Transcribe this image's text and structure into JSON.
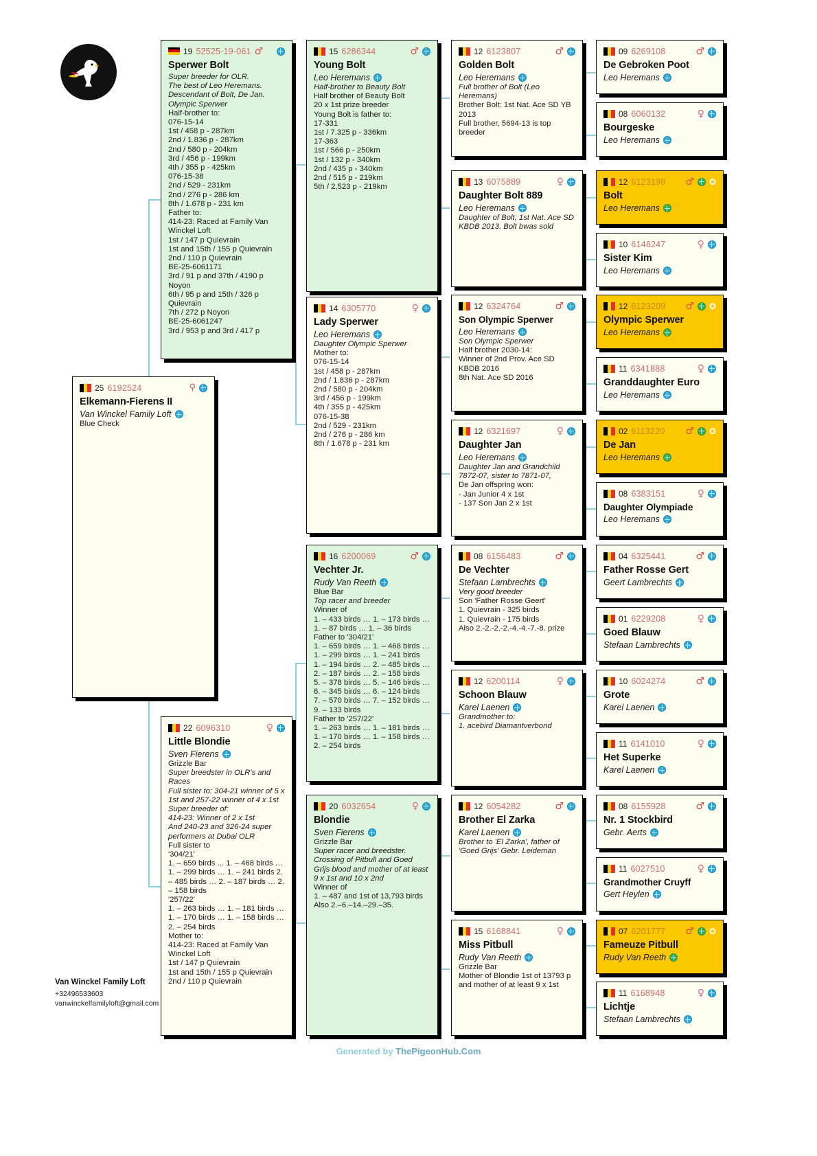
{
  "footer": {
    "generated_prefix": "Generated by ",
    "generated_site": "ThePigeonHub.Com"
  },
  "owner": {
    "name": "Van Winckel Family Loft",
    "phone": "+32496533603",
    "email": "vanwinckelfamilyloft@gmail.com"
  },
  "subject": {
    "flag": "be-flag",
    "year": "25",
    "ring": "6192524",
    "sex": "unknown",
    "name": "Elkemann-Fierens II",
    "breeder": "Van Winckel Family Loft",
    "note": "",
    "plain": "Blue Check"
  },
  "sire": {
    "flag": "de-flag",
    "year": "19",
    "ring": "52525-19-061",
    "sex": "male",
    "name": "Sperwer Bolt",
    "breeder": "",
    "note": "Super breeder for OLR.\nThe best of Leo Heremans.\nDescendant of Bolt, De Jan.\nOlympic Sperwer",
    "plain": "Half-brother to:\n076-15-14\n1st / 458 p - 287km\n2nd / 1.836 p - 287km\n2nd / 580 p - 204km\n3rd / 456 p - 199km\n4th / 355 p - 425km\n076-15-38\n2nd / 529 - 231km\n2nd / 276 p - 286 km\n8th / 1.678 p - 231 km\nFather to:\n414-23: Raced at Family Van Winckel Loft\n1st / 147 p Quievrain\n1st and 15th / 155 p Quievrain\n2nd / 110 p Quievrain\nBE-25-6061171\n3rd / 91 p and 37th / 4190 p Noyon\n6th  / 95 p and 15th / 326 p Quievrain\n7th / 272 p Noyon\nBE-25-6061247\n3rd / 953 p and 3rd / 417 p"
  },
  "dam": {
    "flag": "be-flag",
    "year": "22",
    "ring": "6096310",
    "sex": "female",
    "name": "Little Blondie",
    "breeder": "Sven Fierens",
    "plain1": "Grizzle Bar",
    "note": "Super breedster in OLR's and Races\nFull sister to: 304-21 winner of 5 x 1st and 257-22  winner of 4 x 1st\nSuper breeder of:\n414-23: Winner of 2 x 1st\nAnd 240-23 and 326-24 super performers at Dubai OLR",
    "plain": "Full sister to\n'304/21'\n1. – 659 birds ... 1. – 468 birds … 1. – 299 birds … 1. – 241 birds 2. – 485 birds … 2. – 187 birds … 2. – 158 birds\n'257/22'\n1. – 263 birds … 1. – 181 birds …\n1. – 170 birds … 1. – 158 birds …\n2. – 254 birds\nMother to:\n414-23: Raced at Family Van Winckel Loft\n1st / 147 p Quievrain\n1st and 15th / 155 p Quievrain\n2nd / 110 p Quievrain"
  },
  "gen2": [
    {
      "flag": "be-flag",
      "year": "15",
      "ring": "6286344",
      "sex": "male",
      "name": "Young Bolt",
      "breeder": "Leo Heremans",
      "note": "Half-brother to Beauty Bolt",
      "plain": "Half brother of Beauty Bolt\n20 x 1st prize breeder\nYoung Bolt is father to:\n17-331\n1st / 7.325 p - 336km\n17-363\n1st / 566 p - 250km\n1st / 132 p - 340km\n2nd / 435 p - 340km\n2nd / 515 p - 219km\n5th / 2,523 p - 219km"
    },
    {
      "flag": "be-flag",
      "year": "14",
      "ring": "6305770",
      "sex": "female",
      "name": "Lady Sperwer",
      "breeder": "Leo Heremans",
      "note": "Daughter Olympic Sperwer",
      "plain": "Mother to:\n076-15-14\n1st / 458 p - 287km\n2nd / 1.836 p - 287km\n2nd / 580 p - 204km\n3rd / 456 p - 199km\n4th / 355 p - 425km\n076-15-38\n2nd / 529 - 231km\n2nd / 276 p - 286 km\n8th / 1.678 p - 231 km"
    },
    {
      "flag": "be-flag",
      "year": "16",
      "ring": "6200069",
      "sex": "male",
      "name": "Vechter Jr.",
      "breeder": "Rudy Van Reeth",
      "plain1": "Blue Bar",
      "note": "Top racer and breeder",
      "plain": "Winner of\n1. – 433 birds … 1. – 173 birds …\n1. – 87 birds … 1. – 36 birds\nFather to  '304/21'\n1. – 659 birds … 1. – 468 birds … 1. – 299 birds … 1. – 241 birds\n1. – 194 birds … 2. – 485 birds …\n2. – 187 birds … 2. – 158 birds\n5. – 378 birds … 5. – 146 birds …\n6. – 345 birds … 6. – 124 birds\n7. – 570 birds … 7. – 152 birds …\n9. – 133 birds\nFather to '257/22'\n1. – 263 birds … 1. – 181 birds …\n1. – 170 birds … 1. – 158 birds …\n2. – 254 birds"
    },
    {
      "flag": "be-flag",
      "year": "20",
      "ring": "6032654",
      "sex": "female",
      "name": "Blondie",
      "breeder": "Sven Fierens",
      "plain1": "Grizzle Bar",
      "note": "Super racer and breedster. Crossing of Pitbull and Goed Grijs blood and mother of at least 9 x 1st and 10 x 2nd",
      "plain": "Winner of\n1. – 487 and 1st of 13,793 birds\nAlso 2.–6.–14.–29.–35."
    }
  ],
  "gen3": [
    {
      "flag": "be-flag",
      "year": "12",
      "ring": "6123807",
      "sex": "male",
      "name": "Golden Bolt",
      "breeder": "Leo Heremans",
      "note": "Full brother of Bolt (Leo Heremans)",
      "plain": "Brother Bolt: 1st Nat. Ace SD YB 2013\nFull brother, 5694-13 is top breeder"
    },
    {
      "flag": "be-flag",
      "year": "13",
      "ring": "6075889",
      "sex": "female",
      "name": "Daughter Bolt 889",
      "breeder": "Leo Heremans",
      "note": "Daughter of Bolt, 1st Nat. Ace SD KBDB 2013. Bolt bwas sold",
      "plain": ""
    },
    {
      "flag": "be-flag",
      "year": "12",
      "ring": "6324764",
      "sex": "male",
      "name": "Son Olympic Sperwer",
      "breeder": "Leo Heremans",
      "note": "Son Olympic Sperwer",
      "plain": "Half brother 2030-14:\nWinner of 2nd Prov. Ace SD KBDB 2016\n8th Nat. Ace SD 2016"
    },
    {
      "flag": "be-flag",
      "year": "12",
      "ring": "6321697",
      "sex": "female",
      "name": "Daughter Jan",
      "breeder": "Leo Heremans",
      "note": "Daughter Jan and Grandchild 7872-07, sister to 7871-07,",
      "plain": "De Jan offspring won:\n- Jan Junior 4 x 1st\n- 137 Son Jan 2 x 1st"
    },
    {
      "flag": "be-flag",
      "year": "08",
      "ring": "6156483",
      "sex": "male",
      "name": "De Vechter",
      "breeder": "Stefaan Lambrechts",
      "note": "Very good breeder",
      "plain": "Son 'Father Rosse Geert'\n1. Quievrain - 325 birds\n1. Quievrain - 175 birds\nAlso 2.-2.-2.-2.-4.-4.-7.-8. prize"
    },
    {
      "flag": "be-flag",
      "year": "12",
      "ring": "6200114",
      "sex": "female",
      "name": "Schoon Blauw",
      "breeder": "Karel Laenen",
      "note": "Grandmother to:\n1. acebird Diamantverbond",
      "plain": ""
    },
    {
      "flag": "be-flag",
      "year": "12",
      "ring": "6054282",
      "sex": "male",
      "name": "Brother El Zarka",
      "breeder": "Karel Laenen",
      "note": "Brother to 'El Zarka', father of 'Goed Grijs' Gebr. Leideman",
      "plain": ""
    },
    {
      "flag": "be-flag",
      "year": "15",
      "ring": "6168841",
      "sex": "female",
      "name": "Miss Pitbull",
      "breeder": "Rudy Van Reeth",
      "plain1": "Grizzle Bar",
      "note": "",
      "plain": "Mother of Blondie  1st of 13793 p and mother of at least 9 x 1st"
    }
  ],
  "gen4": [
    {
      "flag": "be-flag",
      "year": "09",
      "ring": "6269108",
      "sex": "male",
      "name": "De Gebroken Poot",
      "breeder": "Leo Heremans",
      "gold": false
    },
    {
      "flag": "be-flag",
      "year": "08",
      "ring": "6060132",
      "sex": "female",
      "name": "Bourgeske",
      "breeder": "Leo Heremans",
      "gold": false
    },
    {
      "flag": "be-flag",
      "year": "12",
      "ring": "6123198",
      "sex": "male",
      "name": "Bolt",
      "breeder": "Leo Heremans",
      "gold": true
    },
    {
      "flag": "be-flag",
      "year": "10",
      "ring": "6146247",
      "sex": "female",
      "name": "Sister Kim",
      "breeder": "Leo Heremans",
      "gold": false
    },
    {
      "flag": "be-flag",
      "year": "12",
      "ring": "6123209",
      "sex": "male",
      "name": "Olympic Sperwer",
      "breeder": "Leo Heremans",
      "gold": true
    },
    {
      "flag": "be-flag",
      "year": "11",
      "ring": "6341888",
      "sex": "female",
      "name": "Granddaughter Euro",
      "breeder": "Leo Heremans",
      "gold": false
    },
    {
      "flag": "be-flag",
      "year": "02",
      "ring": "6113220",
      "sex": "male",
      "name": "De Jan",
      "breeder": "Leo Heremans",
      "gold": true
    },
    {
      "flag": "be-flag",
      "year": "08",
      "ring": "6383151",
      "sex": "female",
      "name": "Daughter Olympiade",
      "breeder": "Leo Heremans",
      "gold": false
    },
    {
      "flag": "be-flag",
      "year": "04",
      "ring": "6325441",
      "sex": "male",
      "name": "Father Rosse Gert",
      "breeder": "Geert Lambrechts",
      "gold": false
    },
    {
      "flag": "be-flag",
      "year": "01",
      "ring": "6229208",
      "sex": "female",
      "name": "Goed Blauw",
      "breeder": "Stefaan Lambrechts",
      "gold": false
    },
    {
      "flag": "be-flag",
      "year": "10",
      "ring": "6024274",
      "sex": "male",
      "name": "Grote",
      "breeder": "Karel Laenen",
      "gold": false
    },
    {
      "flag": "be-flag",
      "year": "11",
      "ring": "6141010",
      "sex": "female",
      "name": "Het Superke",
      "breeder": "Karel Laenen",
      "gold": false
    },
    {
      "flag": "be-flag",
      "year": "08",
      "ring": "6155928",
      "sex": "male",
      "name": "Nr. 1 Stockbird",
      "breeder": "Gebr. Aerts",
      "gold": false
    },
    {
      "flag": "be-flag",
      "year": "11",
      "ring": "6027510",
      "sex": "female",
      "name": "Grandmother Cruyff",
      "breeder": "Gert Heylen",
      "gold": false
    },
    {
      "flag": "be-flag",
      "year": "07",
      "ring": "6201777",
      "sex": "male",
      "name": "Fameuze Pitbull",
      "breeder": "Rudy Van Reeth",
      "gold": true
    },
    {
      "flag": "be-flag",
      "year": "11",
      "ring": "6168948",
      "sex": "female",
      "name": "Lichtje",
      "breeder": "Stefaan Lambrechts",
      "gold": false
    }
  ]
}
